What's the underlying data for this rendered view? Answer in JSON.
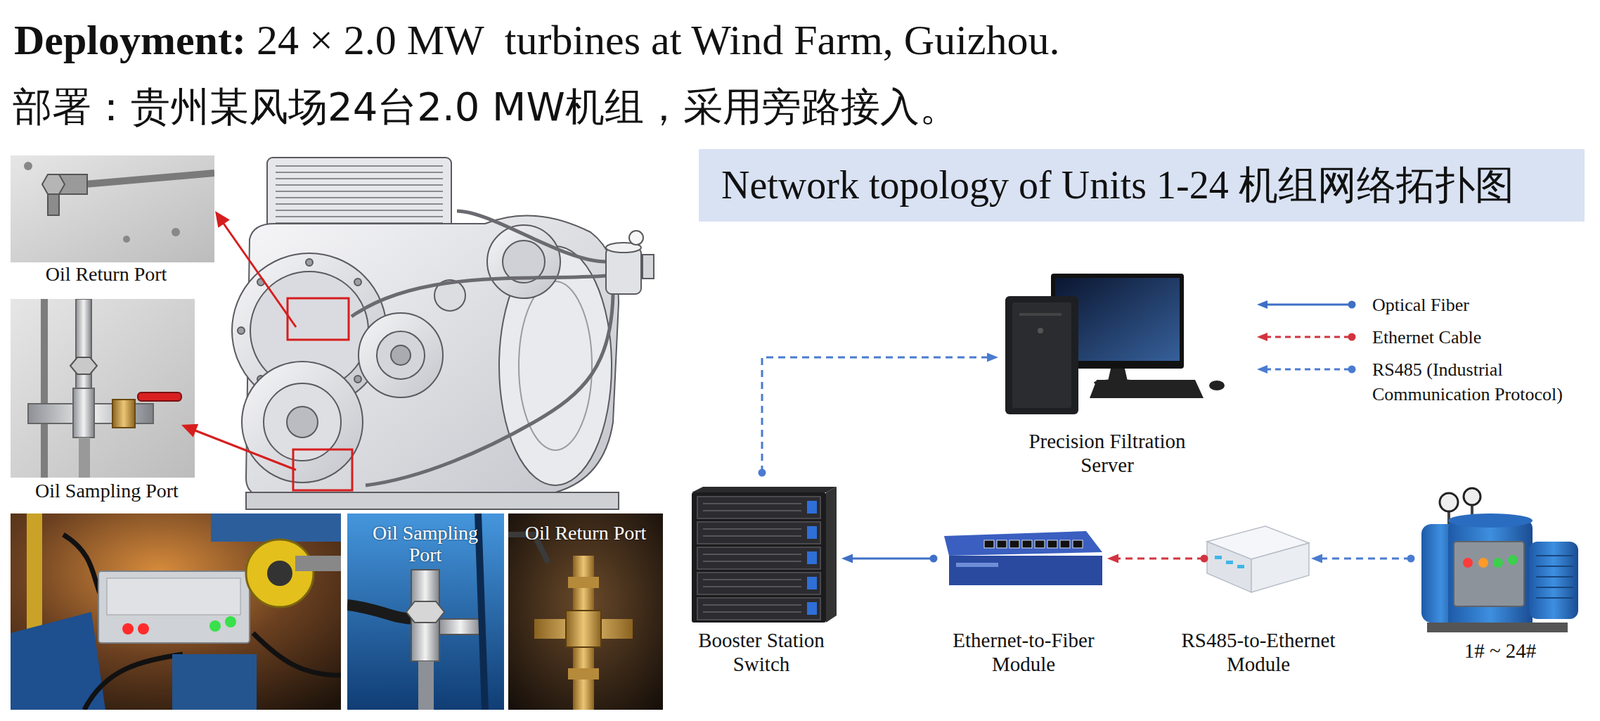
{
  "diagram": {
    "nodes": [
      {
        "text": [
          "Network topology of Units 1-24 机组网络拓扑图"
        ]
      },
      {
        "text": [
          "Precision Filtration Server"
        ]
      },
      {
        "text": [
          "Booster Station Switch"
        ]
      },
      {
        "text": [
          "Ethernet-to-Fiber Module"
        ]
      },
      {
        "text": [
          "RS485-to-Ethernet Module"
        ]
      },
      {
        "text": [
          "1# ~ 24#"
        ]
      }
    ],
    "edges": [
      {
        "from": 5,
        "to": 4,
        "arrow": "to"
      },
      {
        "from": 4,
        "to": 3,
        "arrow": "to"
      },
      {
        "from": 3,
        "to": 2,
        "arrow": "to"
      },
      {
        "from": 2,
        "to": 1,
        "arrow": "to"
      }
    ],
    "labels": [
      "Deployment:",
      "24 × 2.0 MW  turbines at Wind Farm, Guizhou.",
      "部署：贵州某风场24台2.0 MW机组，采用旁路接入。",
      "Oil Return Port",
      "Oil Sampling Port",
      "Oil Sampling Port",
      "Oil Return Port"
    ],
    "legend": [
      {
        "text": "Optical Fiber"
      },
      {
        "text": "Ethernet Cable"
      },
      {
        "text": "RS485 (Industrial Communication Protocol)"
      }
    ]
  }
}
